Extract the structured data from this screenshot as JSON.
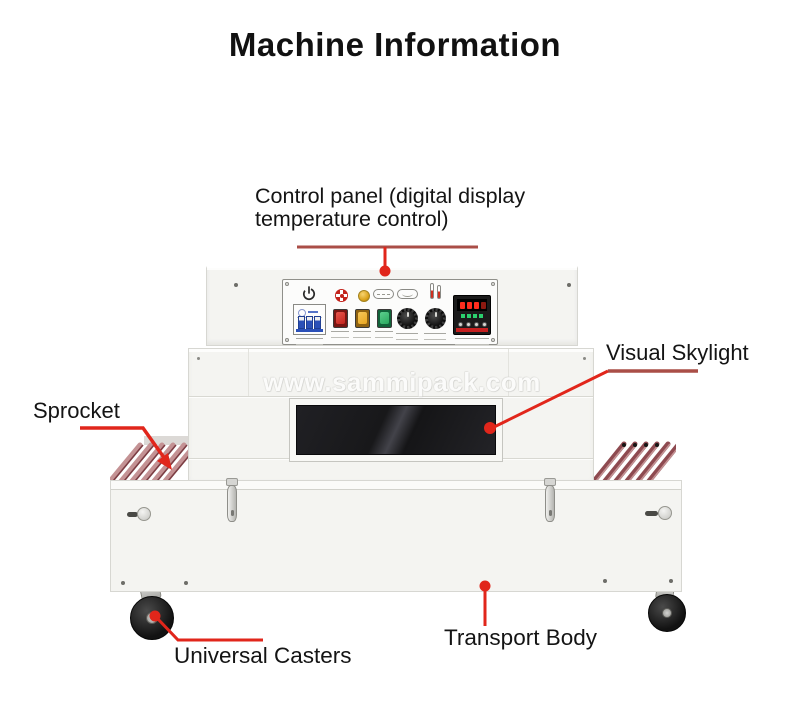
{
  "page": {
    "title": "Machine Information",
    "watermark": "www.sammipack.com",
    "background": "#ffffff"
  },
  "machine": {
    "name": "shrink-tunnel-packaging-machine",
    "parts": {
      "control_panel": "Control panel (digital display temperature control)",
      "visual_skylight": "Visual Skylight",
      "sprocket": "Sprocket",
      "transport_body": "Transport Body",
      "universal_casters": "Universal Casters"
    },
    "control_panel_elements": {
      "icons": [
        "power-icon",
        "cross-indicator-icon",
        "amber-light-icon",
        "vent-slot-icon",
        "vent-slot-wave-icon",
        "thermometer-icon"
      ],
      "controls": [
        "main-power-breaker",
        "red-pushbutton",
        "yellow-pushbutton",
        "green-pushbutton",
        "left-knob",
        "right-knob",
        "digital-temperature-controller"
      ]
    }
  },
  "colors": {
    "page_bg": "#ffffff",
    "annotation_red": "#e1261b",
    "underline_red": "#aa4e47",
    "label_text": "#141414",
    "machine_face": "#f4f4f1",
    "machine_edge": "#d7d7d2",
    "glass_dark": "#19191b",
    "button_red": "#c3241c",
    "button_yellow": "#e9a61f",
    "button_green": "#2aa85e",
    "breaker_blue": "#2b50b8",
    "amber_light": "#d9a018",
    "roller_pink": "#c49294",
    "roller_dark": "#7c3d43",
    "display_red": "#ff2d1e",
    "display_green": "#2bd06e",
    "watermark_white": "#fbfbfa"
  }
}
